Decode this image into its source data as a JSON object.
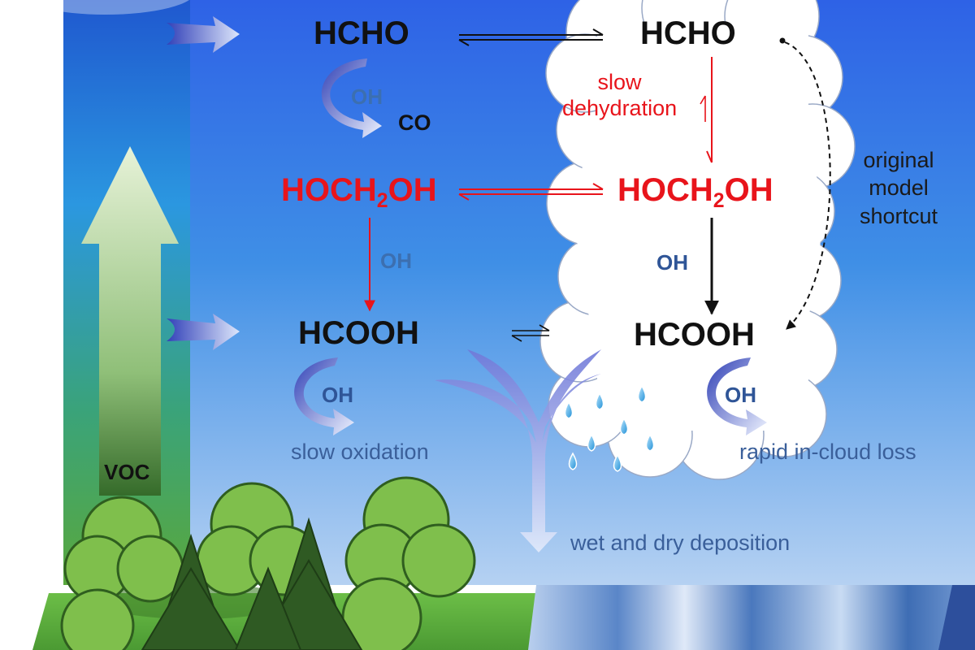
{
  "species": {
    "gas_hcho": "HCHO",
    "cloud_hcho": "HCHO",
    "gas_hoch2oh": {
      "pre": "HOCH",
      "sub": "2",
      "post": "OH"
    },
    "cloud_hoch2oh": {
      "pre": "HOCH",
      "sub": "2",
      "post": "OH"
    },
    "gas_hcooh": "HCOOH",
    "cloud_hcooh": "HCOOH",
    "co": "CO",
    "voc": "VOC"
  },
  "reagents": {
    "oh_gas_hcho": "OH",
    "oh_gas_hoch2oh": "OH",
    "oh_cloud_hoch2oh": "OH",
    "oh_gas_hcooh": "OH",
    "oh_cloud_hcooh": "OH"
  },
  "annotations": {
    "slow_dehydration_line1": "slow",
    "slow_dehydration_line2": "dehydration",
    "shortcut_line1": "original",
    "shortcut_line2": "model",
    "shortcut_line3": "shortcut",
    "slow_oxidation": "slow oxidation",
    "rapid_loss": "rapid in-cloud loss",
    "deposition": "wet and dry deposition"
  },
  "colors": {
    "reaction_red": "#e8141b",
    "text_black": "#111111",
    "oh_blue": "#2f5597",
    "caption_blue": "#3a5f9a",
    "sky_top": "#2f6fe0",
    "sky_bottom": "#a9c9f0",
    "grass": "#5aa63a",
    "water": "#3f6fb8"
  }
}
